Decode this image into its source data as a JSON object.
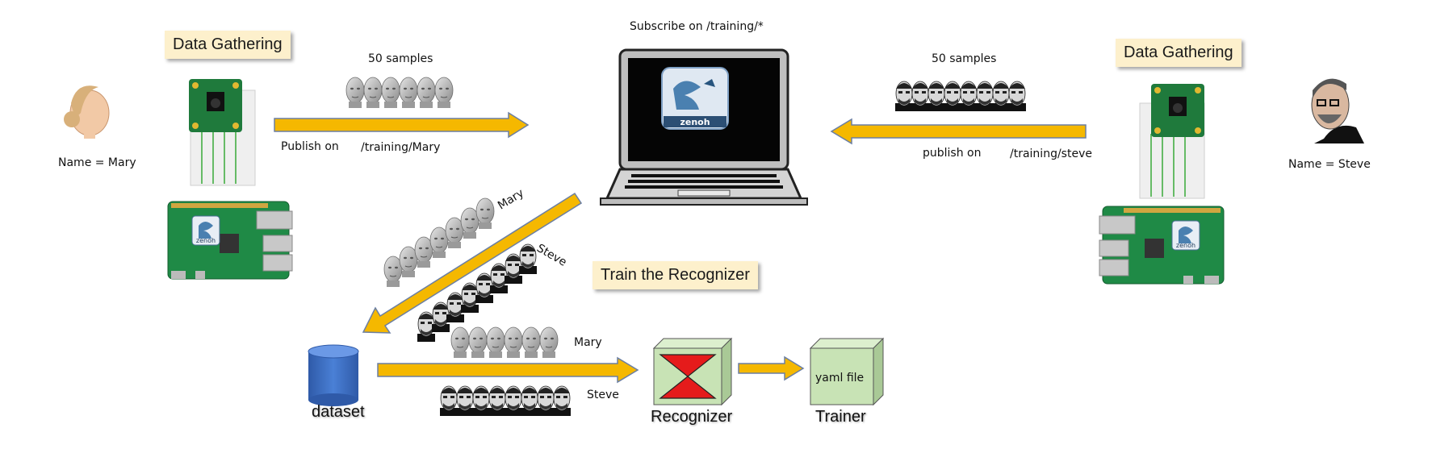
{
  "sections": {
    "gathering_left": "Data Gathering",
    "gathering_right": "Data Gathering",
    "train": "Train the Recognizer"
  },
  "left": {
    "person_label": "Name = Mary",
    "samples_label": "50 samples",
    "publish_label": "Publish on",
    "topic": "/training/Mary"
  },
  "right": {
    "person_label": "Name = Steve",
    "samples_label": "50 samples",
    "publish_label": "publish on",
    "topic": "/training/steve"
  },
  "laptop": {
    "subscribe_label": "Subscribe on /training/*",
    "logo_text": "zenoh"
  },
  "boards": {
    "logo_text": "zenoh"
  },
  "diagonal": {
    "mary_label": "Mary",
    "steve_label": "Steve"
  },
  "pipeline": {
    "dataset_label": "dataset",
    "mary_label": "Mary",
    "steve_label": "Steve",
    "recognizer_label": "Recognizer",
    "yaml_label": "yaml file",
    "trainer_label": "Trainer"
  },
  "colors": {
    "arrow": "#f5b800",
    "arrow_stroke": "#6b7fa3",
    "callout_bg": "#fdf0cc",
    "dataset_blue": "#3f6fc4",
    "recognizer_red": "#e51b1b",
    "box_green": "#c8e3b5"
  }
}
